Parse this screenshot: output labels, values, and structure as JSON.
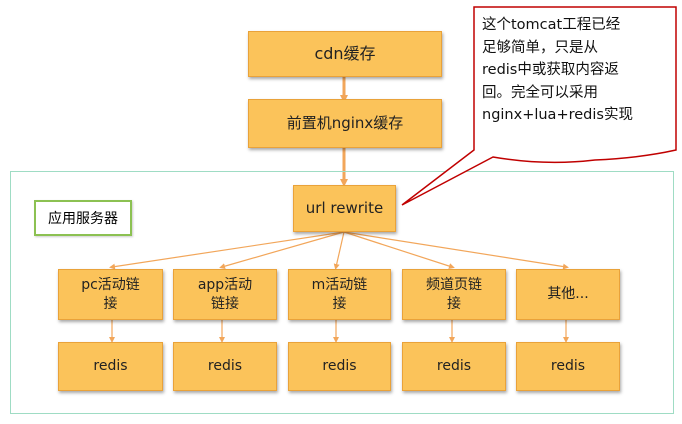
{
  "top": {
    "cdn": "cdn缓存",
    "nginx": "前置机nginx缓存"
  },
  "server_label": "应用服务器",
  "rewrite": "url rewrite",
  "branches": [
    {
      "line1": "pc活动链",
      "line2": "接"
    },
    {
      "line1": "app活动",
      "line2": "链接"
    },
    {
      "line1": "m活动链",
      "line2": "接"
    },
    {
      "line1": "频道页链",
      "line2": "接"
    },
    {
      "line1": "其他...",
      "line2": ""
    }
  ],
  "redis": [
    "redis",
    "redis",
    "redis",
    "redis",
    "redis"
  ],
  "callout": {
    "lines": [
      "这个tomcat工程已经",
      "足够简单，只是从",
      "redis中或获取内容返",
      "回。完全可以采用",
      "nginx+lua+redis实现"
    ]
  },
  "colors": {
    "box_fill": "#fbc35a",
    "box_border": "#e9a23a",
    "arrow_orange": "#f2a65a",
    "callout_border": "#c00000",
    "label_border": "#8cc152",
    "container_border": "#9fdcc4"
  }
}
